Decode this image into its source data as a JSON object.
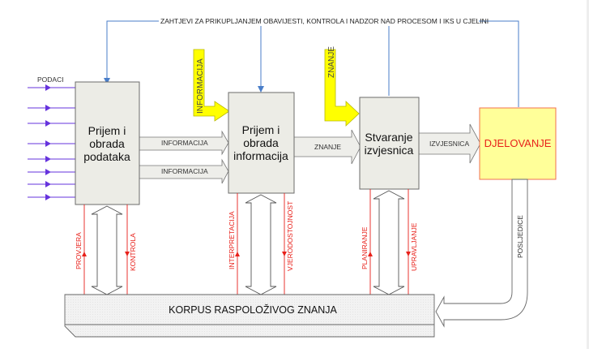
{
  "title": "Ciklus stvaranja izvjesnica",
  "top_feedback": {
    "label": "ZAHTJEVI ZA PRIKUPLJANJEM OBAVIJESTI, KONTROLA I NADZOR NAD PROCESOM I IKS U CJELINI",
    "color": "#4a7ec9"
  },
  "inputs": {
    "label": "PODACI",
    "count": 8,
    "color": "#6633dd"
  },
  "boxes": [
    {
      "id": "box1",
      "lines": [
        "Prijem i",
        "obrada",
        "podataka"
      ]
    },
    {
      "id": "box2",
      "lines": [
        "Prijem i",
        "obrada",
        "informacija"
      ]
    },
    {
      "id": "box3",
      "lines": [
        "Stvaranje",
        "izvjesnica"
      ]
    },
    {
      "id": "box4",
      "lines": [
        "DJELOVANJE"
      ]
    }
  ],
  "flows": {
    "info1": "INFORMACIJA",
    "info2": "INFORMACIJA",
    "znanje": "ZNANJE",
    "izvjesnica": "IZVJESNICA"
  },
  "yellow_inputs": {
    "informacija": "INFORMACIJA",
    "znanje": "ZNANJE",
    "fill": "#ffff00"
  },
  "vertical_links": {
    "provjera": "PROVJERA",
    "kontrola": "KONTROLA",
    "interpretacija": "INTERPRETACIJA",
    "vjerodostojnost": "VJERODOSTOJNOST",
    "planiranje": "PLANIRANJE",
    "upravljanje": "UPRAVLJANJE",
    "color": "#e8201a"
  },
  "posljedice": "POSLJEDICE",
  "korpus": "KORPUS RASPOLOŽIVOG ZNANJA",
  "colors": {
    "box_fill": "#ececE6",
    "box_stroke": "#6b6b6b",
    "action_fill": "#ffff99",
    "action_stroke": "#f07050",
    "action_text": "#e8201a"
  }
}
